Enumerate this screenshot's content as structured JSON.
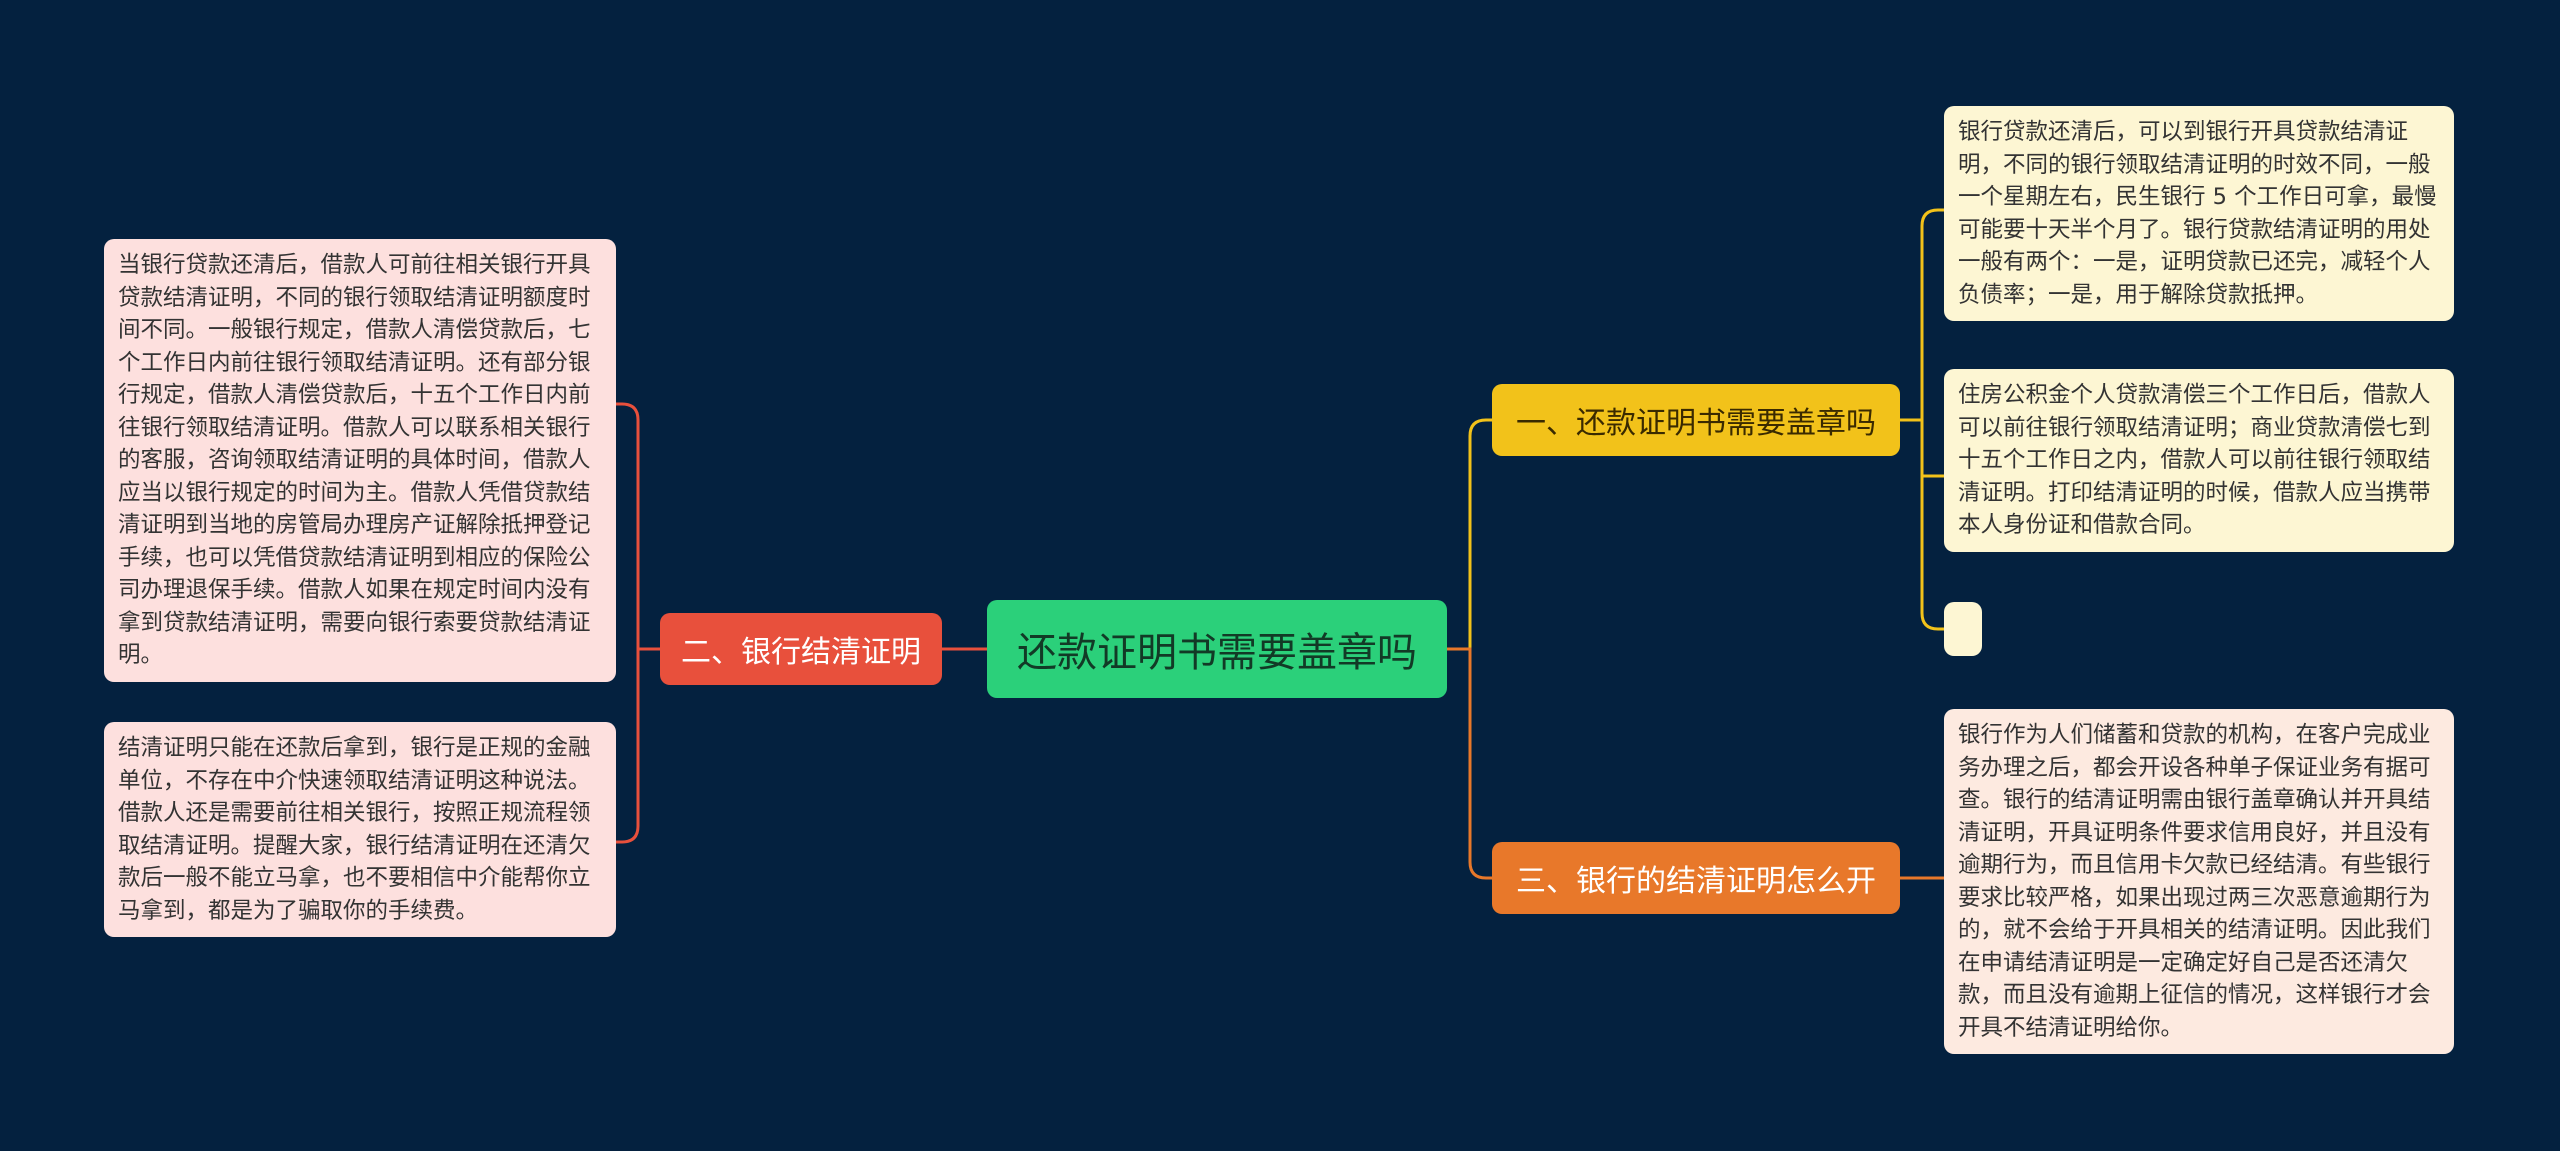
{
  "colors": {
    "background": "#04213f",
    "center": "#2bd07a",
    "branch_1": "#f2c21a",
    "branch_2": "#e8503c",
    "branch_3": "#e8782a"
  },
  "center": {
    "label": "还款证明书需要盖章吗"
  },
  "branches": [
    {
      "label": "一、还款证明书需要盖章吗",
      "leaves": [
        "银行贷款还清后，可以到银行开具贷款结清证明，不同的银行领取结清证明的时效不同，一般一个星期左右，民生银行 5 个工作日可拿，最慢可能要十天半个月了。银行贷款结清证明的用处一般有两个：一是，证明贷款已还完，减轻个人负债率；一是，用于解除贷款抵押。",
        "住房公积金个人贷款清偿三个工作日后，借款人可以前往银行领取结清证明；商业贷款清偿七到十五个工作日之内，借款人可以前往银行领取结清证明。打印结清证明的时候，借款人应当携带本人身份证和借款合同。",
        ""
      ]
    },
    {
      "label": "二、银行结清证明",
      "leaves": [
        "当银行贷款还清后，借款人可前往相关银行开具贷款结清证明，不同的银行领取结清证明额度时间不同。一般银行规定，借款人清偿贷款后，七个工作日内前往银行领取结清证明。还有部分银行规定，借款人清偿贷款后，十五个工作日内前往银行领取结清证明。借款人可以联系相关银行的客服，咨询领取结清证明的具体时间，借款人应当以银行规定的时间为主。借款人凭借贷款结清证明到当地的房管局办理房产证解除抵押登记手续，也可以凭借贷款结清证明到相应的保险公司办理退保手续。借款人如果在规定时间内没有拿到贷款结清证明，需要向银行索要贷款结清证明。",
        "结清证明只能在还款后拿到，银行是正规的金融单位，不存在中介快速领取结清证明这种说法。借款人还是需要前往相关银行，按照正规流程领取结清证明。提醒大家，银行结清证明在还清欠款后一般不能立马拿，也不要相信中介能帮你立马拿到，都是为了骗取你的手续费。"
      ]
    },
    {
      "label": "三、银行的结清证明怎么开",
      "leaves": [
        "银行作为人们储蓄和贷款的机构，在客户完成业务办理之后，都会开设各种单子保证业务有据可查。银行的结清证明需由银行盖章确认并开具结清证明，开具证明条件要求信用良好，并且没有逾期行为，而且信用卡欠款已经结清。有些银行要求比较严格，如果出现过两三次恶意逾期行为的，就不会给于开具相关的结清证明。因此我们在申请结清证明是一定确定好自己是否还清欠款，而且没有逾期上征信的情况，这样银行才会开具不结清证明给你。"
      ]
    }
  ]
}
